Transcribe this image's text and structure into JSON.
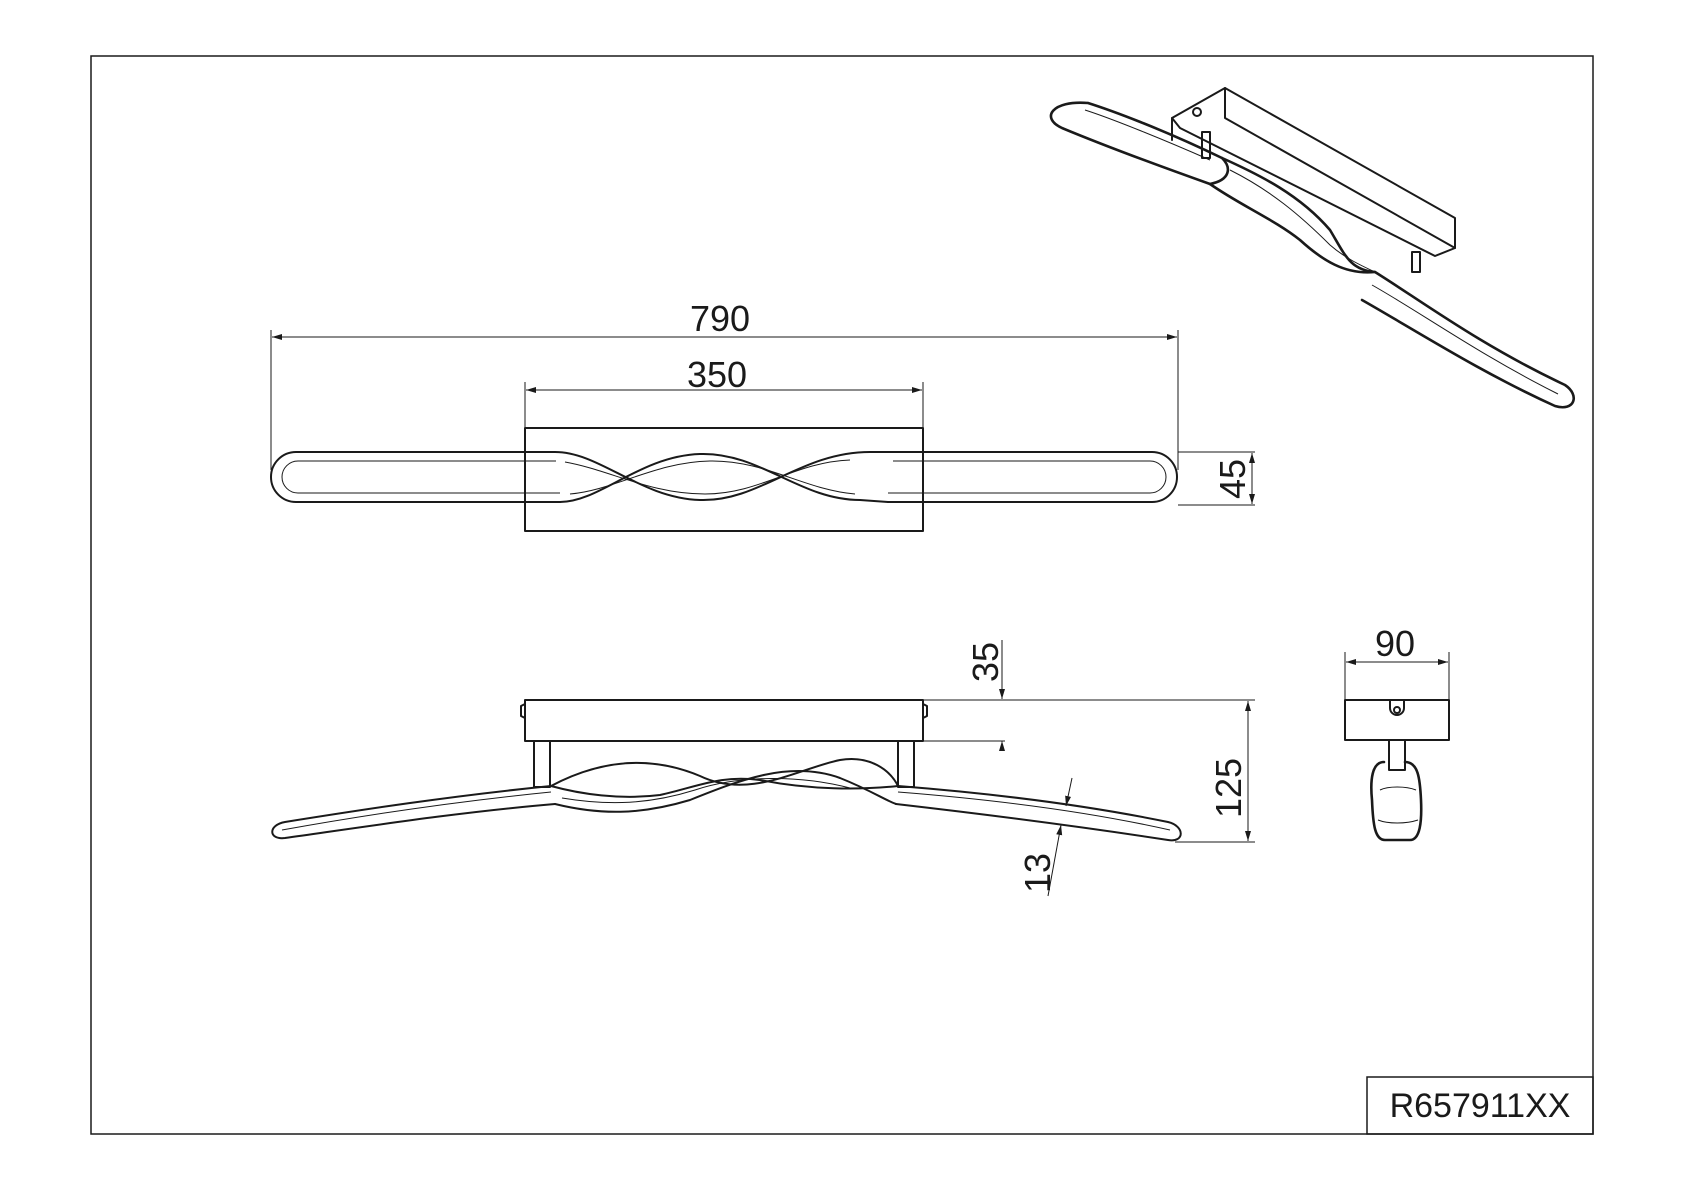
{
  "dimensions": {
    "length_overall": "790",
    "mount_length": "350",
    "height_front": "45",
    "mount_height": "35",
    "total_height": "125",
    "bar_thickness": "13",
    "mount_width": "90"
  },
  "product_code": "R657911XX",
  "colors": {
    "line": "#1a1a1a",
    "background": "#ffffff"
  }
}
